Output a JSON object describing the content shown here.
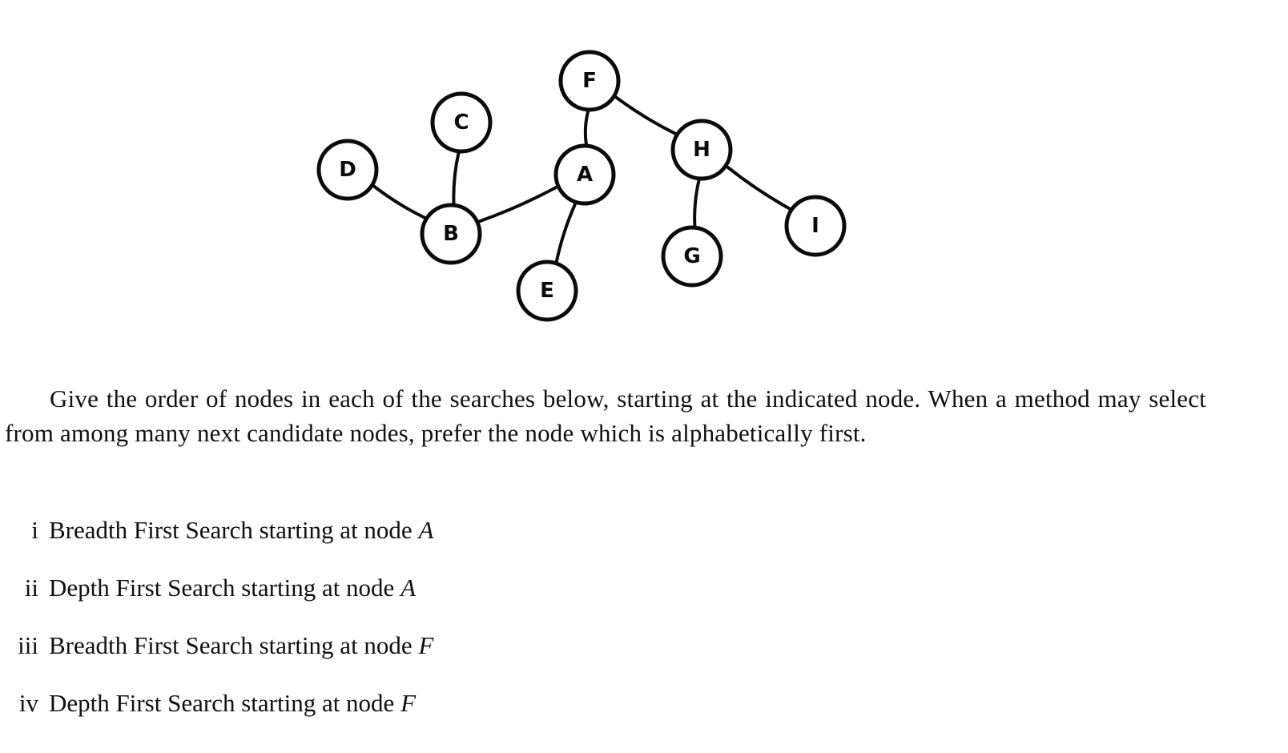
{
  "graph": {
    "nodes": [
      {
        "id": "A",
        "label": "A"
      },
      {
        "id": "B",
        "label": "B"
      },
      {
        "id": "C",
        "label": "C"
      },
      {
        "id": "D",
        "label": "D"
      },
      {
        "id": "E",
        "label": "E"
      },
      {
        "id": "F",
        "label": "F"
      },
      {
        "id": "G",
        "label": "G"
      },
      {
        "id": "H",
        "label": "H"
      },
      {
        "id": "I",
        "label": "I"
      }
    ],
    "edges": [
      [
        "D",
        "B"
      ],
      [
        "C",
        "B"
      ],
      [
        "B",
        "A"
      ],
      [
        "F",
        "A"
      ],
      [
        "A",
        "E"
      ],
      [
        "F",
        "H"
      ],
      [
        "H",
        "G"
      ],
      [
        "H",
        "I"
      ]
    ]
  },
  "instructions": "Give the order of nodes in each of the searches below, starting at the indicated node. When a method may select from among many next candidate nodes, prefer the node which is alphabetically first.",
  "questions": [
    {
      "number": "i",
      "text": "Breadth First Search starting at node",
      "node": "A"
    },
    {
      "number": "ii",
      "text": "Depth First Search starting at node",
      "node": "A"
    },
    {
      "number": "iii",
      "text": "Breadth First Search starting at node",
      "node": "F"
    },
    {
      "number": "iv",
      "text": "Depth First Search starting at node",
      "node": "F"
    }
  ]
}
